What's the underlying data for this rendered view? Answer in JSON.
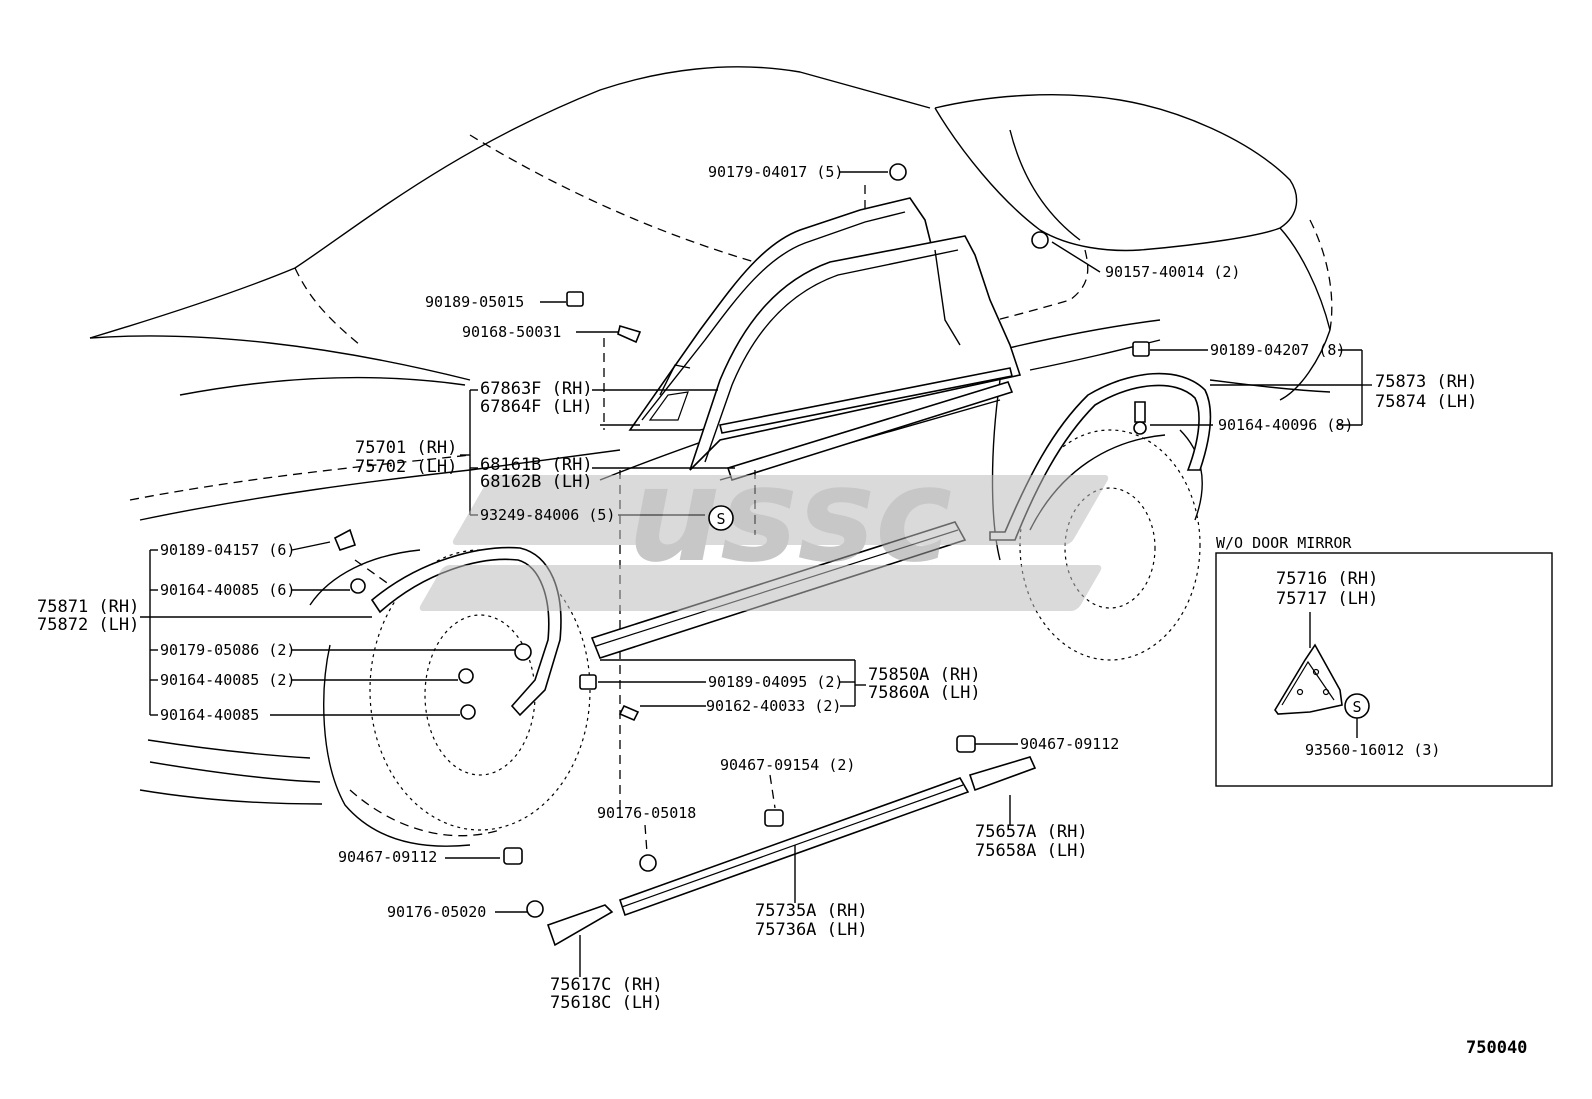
{
  "labels": {
    "p90179_04017": "90179-04017 (5)",
    "p90157_40014": "90157-40014 (2)",
    "p90189_05015": "90189-05015",
    "p90168_50031": "90168-50031",
    "p90189_04207": "90189-04207 (8)",
    "p75873": "75873 (RH)",
    "p75874": "75874 (LH)",
    "p90164_40096": "90164-40096 (8)",
    "p67863F": "67863F (RH)",
    "p67864F": "67864F (LH)",
    "p75701": "75701 (RH)",
    "p75702": "75702 (LH)",
    "p68161B": "68161B (RH)",
    "p68162B": "68162B (LH)",
    "p93249_84006": "93249-84006 (5)",
    "p90189_04157": "90189-04157 (6)",
    "p90164_40085a": "90164-40085 (6)",
    "p75871": "75871 (RH)",
    "p75872": "75872 (LH)",
    "p90179_05086": "90179-05086 (2)",
    "p90164_40085b": "90164-40085 (2)",
    "p90164_40085c": "90164-40085",
    "p90189_04095": "90189-04095 (2)",
    "p90162_40033": "90162-40033 (2)",
    "p75850A": "75850A (RH)",
    "p75860A": "75860A (LH)",
    "p90467_09112r": "90467-09112",
    "p90467_09154": "90467-09154 (2)",
    "p90176_05018": "90176-05018",
    "p75657A": "75657A (RH)",
    "p75658A": "75658A (LH)",
    "p90467_09112l": "90467-09112",
    "p90176_05020": "90176-05020",
    "p75735A": "75735A (RH)",
    "p75736A": "75736A (LH)",
    "p75617C": "75617C (RH)",
    "p75618C": "75618C (LH)",
    "inset_title": "W/O DOOR MIRROR",
    "p75716": "75716 (RH)",
    "p75717": "75717 (LH)",
    "p93560_16012": "93560-16012 (3)",
    "symbol_s": "S",
    "diagram_id": "750040",
    "watermark": "ussc"
  }
}
